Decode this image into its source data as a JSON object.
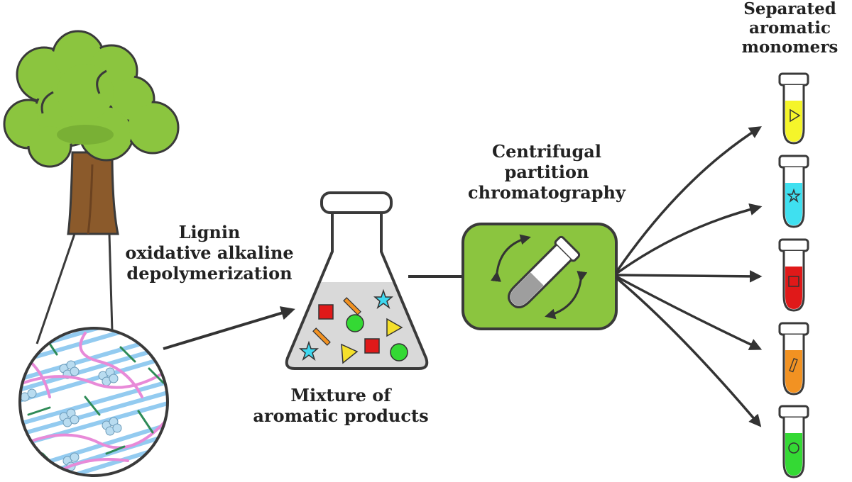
{
  "labels": {
    "lignin_step": [
      "Lignin",
      "oxidative alkaline",
      "depolymerization"
    ],
    "mixture": [
      "Mixture of",
      "aromatic products"
    ],
    "cpc": [
      "Centrifugal",
      "partition",
      "chromatography"
    ],
    "separated": [
      "Separated",
      "aromatic",
      "monomers"
    ]
  },
  "colors": {
    "tree_leaf": "#8BC53F",
    "tree_trunk": "#8B5A2B",
    "cpc_box": "#8BC53F",
    "outline": "#3a3a3a",
    "arrow": "#333333",
    "flask_liquid": "#d9d9d9",
    "tube_fills": [
      "#f5f52a",
      "#3fe0f0",
      "#e01919",
      "#f29222",
      "#34d934"
    ]
  },
  "tubes": [
    {
      "color": "#f5f52a",
      "marker": "triangle"
    },
    {
      "color": "#3fe0f0",
      "marker": "star"
    },
    {
      "color": "#e01919",
      "marker": "square"
    },
    {
      "color": "#f29222",
      "marker": "bar"
    },
    {
      "color": "#34d934",
      "marker": "circle"
    }
  ],
  "flask_shapes": [
    {
      "shape": "square",
      "color": "#e01919"
    },
    {
      "shape": "square",
      "color": "#e01919"
    },
    {
      "shape": "circle",
      "color": "#34d934"
    },
    {
      "shape": "circle",
      "color": "#34d934"
    },
    {
      "shape": "triangle",
      "color": "#f5e02a"
    },
    {
      "shape": "triangle",
      "color": "#f5e02a"
    },
    {
      "shape": "star",
      "color": "#3fd8f0"
    },
    {
      "shape": "star",
      "color": "#3fd8f0"
    },
    {
      "shape": "bar",
      "color": "#f29222"
    },
    {
      "shape": "bar",
      "color": "#f29222"
    }
  ]
}
